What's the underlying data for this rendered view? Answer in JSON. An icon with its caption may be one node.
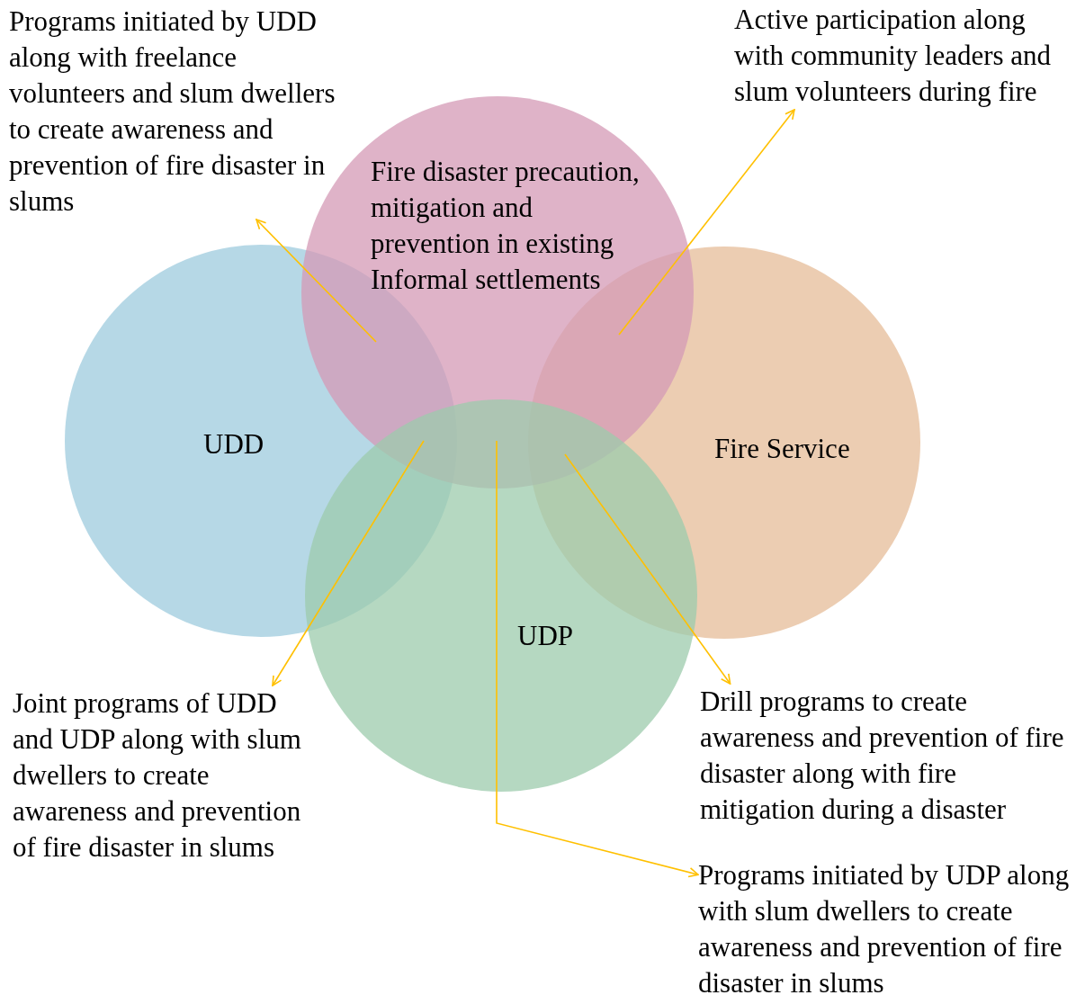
{
  "diagram": {
    "nodes": [
      {
        "text": [
          "Programs initiated by UDD along with freelance volunteers and slum dwellers to create awareness and prevention of fire disaster in slums"
        ]
      },
      {
        "text": [
          "Active participation along with community leaders and slum volunteers during fire"
        ]
      },
      {
        "text": [
          "Fire disaster precaution, mitigation and prevention in existing Informal settlements"
        ]
      },
      {
        "text": [
          "UDD"
        ]
      },
      {
        "text": [
          "Fire Service"
        ]
      },
      {
        "text": [
          "UDP"
        ]
      },
      {
        "text": [
          "Joint programs of UDD and UDP along with slum dwellers to create awareness and prevention of fire disaster in slums"
        ]
      },
      {
        "text": [
          "Drill programs to create awareness and prevention of fire disaster along with fire mitigation during a disaster"
        ]
      },
      {
        "text": [
          "Programs initiated by UDP along with slum dwellers to create awareness and prevention of fire disaster in slums"
        ]
      }
    ],
    "edges": [
      {
        "from": 2,
        "to": 0,
        "arrow": "to"
      },
      {
        "from": 2,
        "to": 1,
        "arrow": "to"
      },
      {
        "from": 2,
        "to": 6,
        "arrow": "to"
      },
      {
        "from": 2,
        "to": 7,
        "arrow": "to"
      },
      {
        "from": 2,
        "to": 8,
        "arrow": "to"
      }
    ]
  }
}
